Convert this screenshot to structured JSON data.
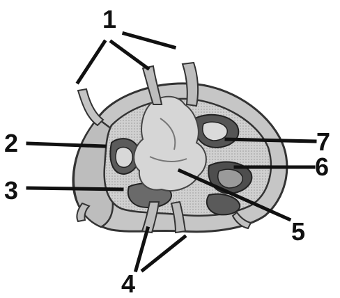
{
  "labels": {
    "l1": "1",
    "l2": "2",
    "l3": "3",
    "l4": "4",
    "l5": "5",
    "l6": "6",
    "l7": "7"
  },
  "colors": {
    "outer_tissue": "#c9c9c9",
    "inner_tissue": "#e2e2e2",
    "central_region": "#d4d4d4",
    "dark_lobules": "#555555",
    "outline": "#333333",
    "label": "#111111"
  }
}
